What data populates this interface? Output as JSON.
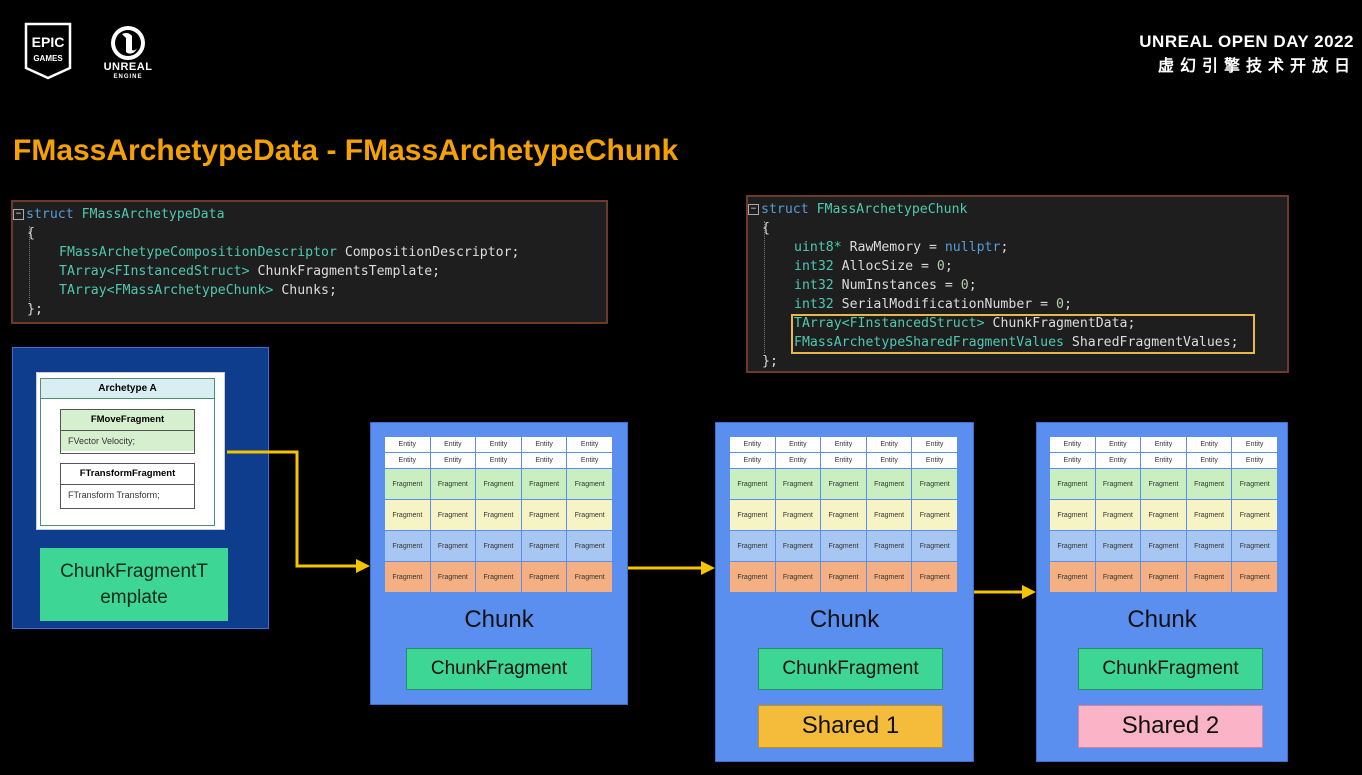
{
  "logos": {
    "epic_line1": "EPIC",
    "epic_line2": "GAMES",
    "ue_line1": "UNREAL",
    "ue_line2": "ENGINE"
  },
  "event": {
    "title": "UNREAL OPEN DAY 2022",
    "subtitle": "虚幻引擎技术开放日"
  },
  "slide_title": "FMassArchetypeData - FMassArchetypeChunk",
  "code_left": {
    "l1_kw": "struct",
    "l1_name": "FMassArchetypeData",
    "l2": "{",
    "l3_type": "FMassArchetypeCompositionDescriptor",
    "l3_rest": " CompositionDescriptor;",
    "l4_type": "TArray<FInstancedStruct>",
    "l4_rest": " ChunkFragmentsTemplate;",
    "l5_type": "TArray<FMassArchetypeChunk>",
    "l5_rest": " Chunks;",
    "l6": "};"
  },
  "code_right": {
    "l1_kw": "struct",
    "l1_name": "FMassArchetypeChunk",
    "l2": "{",
    "l3_type": "uint8*",
    "l3_mid": " RawMemory = ",
    "l3_val": "nullptr",
    "l3_end": ";",
    "l4_type": "int32",
    "l4_mid": " AllocSize = ",
    "l4_val": "0",
    "l4_end": ";",
    "l5_type": "int32",
    "l5_mid": " NumInstances = ",
    "l5_val": "0",
    "l5_end": ";",
    "l6_type": "int32",
    "l6_mid": " SerialModificationNumber = ",
    "l6_val": "0",
    "l6_end": ";",
    "l7_type": "TArray<FInstancedStruct>",
    "l7_rest": " ChunkFragmentData;",
    "l8_type": "FMassArchetypeSharedFragmentValues",
    "l8_rest": " SharedFragmentValues;",
    "l9": "};"
  },
  "archetype": {
    "title": "Archetype A",
    "fragments": [
      {
        "name": "FMoveFragment",
        "field": "FVector Velocity;"
      },
      {
        "name": "FTransformFragment",
        "field": "FTransform Transform;"
      }
    ],
    "template_label": "ChunkFragmentTemplate"
  },
  "chunks": [
    {
      "label": "Chunk",
      "fragment_label": "ChunkFragment",
      "shared_label": ""
    },
    {
      "label": "Chunk",
      "fragment_label": "ChunkFragment",
      "shared_label": "Shared 1"
    },
    {
      "label": "Chunk",
      "fragment_label": "ChunkFragment",
      "shared_label": "Shared 2"
    }
  ],
  "grid_text": {
    "entity": "Entity",
    "fragment": "Fragment"
  },
  "colors": {
    "title": "#f5a200",
    "chunk": "#5a8ff0",
    "arrow": "#f5c400",
    "shared1": "#f5bc3c",
    "shared2": "#fbb3c7",
    "chunk_fragment": "#3dd695"
  }
}
